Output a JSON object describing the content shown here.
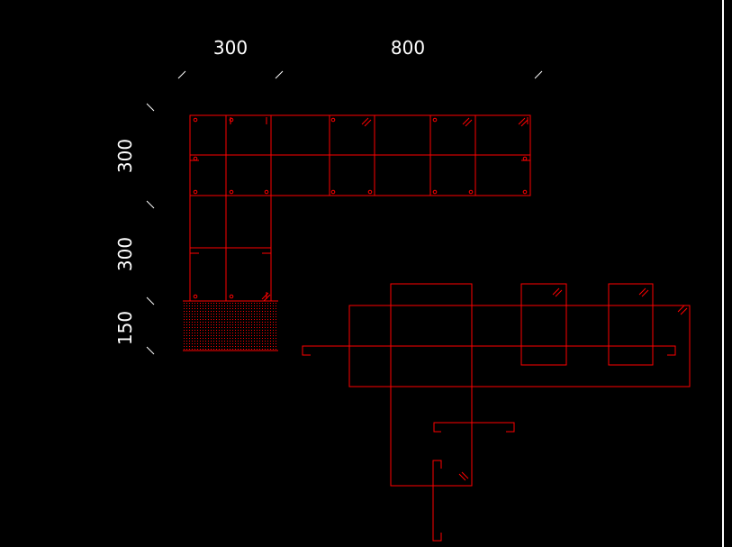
{
  "drawing": {
    "dimensions": {
      "top_left": "300",
      "top_right": "800",
      "left_upper": "300",
      "left_middle": "300",
      "left_lower": "150"
    },
    "colors": {
      "background": "#000000",
      "linework": "#ff0000",
      "dimension_text": "#ffffff"
    }
  }
}
